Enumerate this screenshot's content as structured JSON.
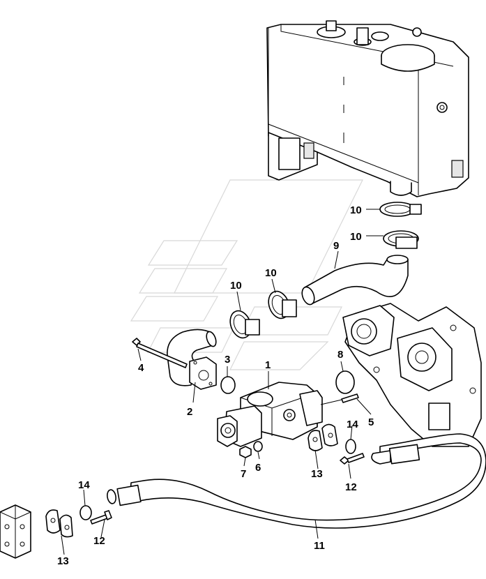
{
  "callouts": [
    {
      "id": "c1",
      "label": "1"
    },
    {
      "id": "c2",
      "label": "2"
    },
    {
      "id": "c3",
      "label": "3"
    },
    {
      "id": "c4",
      "label": "4"
    },
    {
      "id": "c5",
      "label": "5"
    },
    {
      "id": "c6",
      "label": "6"
    },
    {
      "id": "c7",
      "label": "7"
    },
    {
      "id": "c8",
      "label": "8"
    },
    {
      "id": "c9",
      "label": "9"
    },
    {
      "id": "c10a",
      "label": "10"
    },
    {
      "id": "c10b",
      "label": "10"
    },
    {
      "id": "c10c",
      "label": "10"
    },
    {
      "id": "c10d",
      "label": "10"
    },
    {
      "id": "c11",
      "label": "11"
    },
    {
      "id": "c12a",
      "label": "12"
    },
    {
      "id": "c12b",
      "label": "12"
    },
    {
      "id": "c13a",
      "label": "13"
    },
    {
      "id": "c13b",
      "label": "13"
    },
    {
      "id": "c14a",
      "label": "14"
    },
    {
      "id": "c14b",
      "label": "14"
    }
  ]
}
